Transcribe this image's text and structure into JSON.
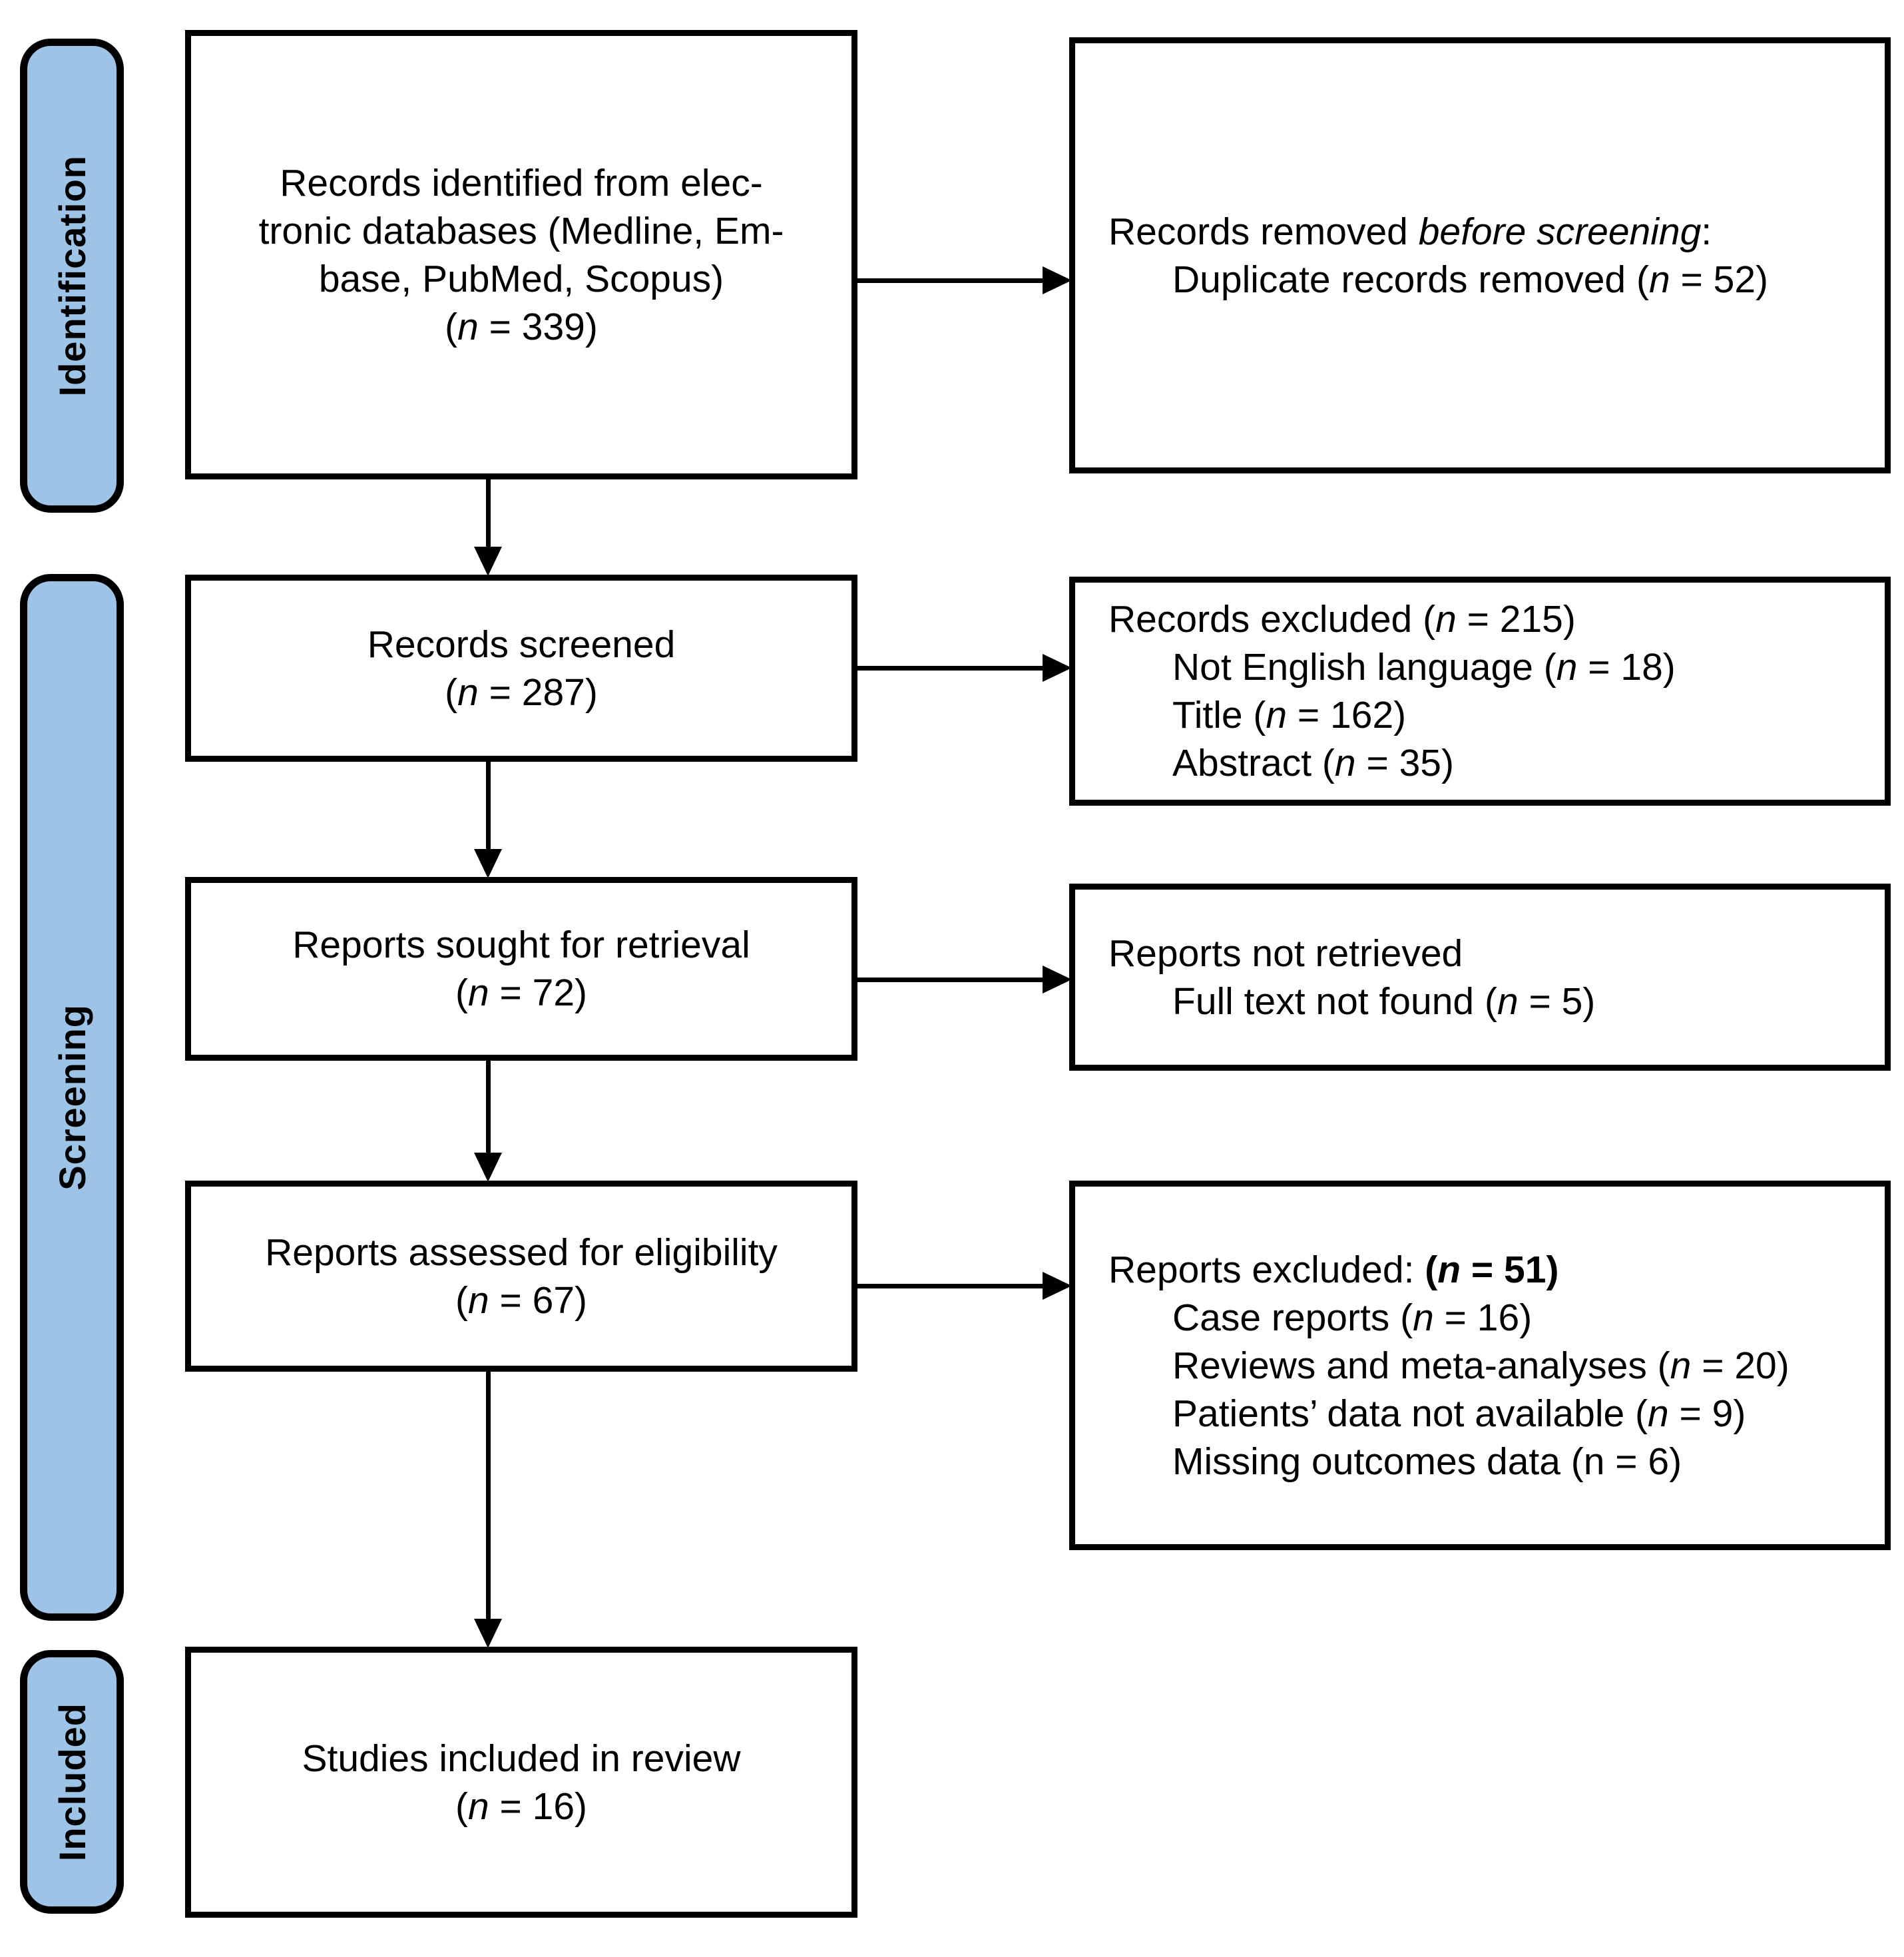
{
  "meta": {
    "colors": {
      "sidebar_fill": "#9DC3E6",
      "border": "#000000",
      "background": "#FFFFFF",
      "text": "#000000"
    }
  },
  "sidebar": {
    "identification": {
      "label": "Identification"
    },
    "screening": {
      "label": "Screening"
    },
    "included": {
      "label": "Included"
    }
  },
  "boxes": {
    "records_identified": {
      "lines": [
        {
          "segs": [
            {
              "t": "Records identified from elec-"
            }
          ]
        },
        {
          "segs": [
            {
              "t": "tronic databases (Medline, Em-"
            }
          ]
        },
        {
          "segs": [
            {
              "t": "base, PubMed, Scopus)"
            }
          ]
        },
        {
          "segs": [
            {
              "t": "("
            },
            {
              "t": "n",
              "i": true
            },
            {
              "t": " = 339)"
            }
          ]
        }
      ]
    },
    "records_removed": {
      "lines": [
        {
          "segs": [
            {
              "t": "Records removed "
            },
            {
              "t": "before screening",
              "i": true
            },
            {
              "t": ":"
            }
          ]
        },
        {
          "indent": true,
          "segs": [
            {
              "t": "Duplicate records removed ("
            },
            {
              "t": "n",
              "i": true
            },
            {
              "t": " = 52)"
            }
          ]
        }
      ]
    },
    "records_screened": {
      "lines": [
        {
          "segs": [
            {
              "t": "Records screened"
            }
          ]
        },
        {
          "segs": [
            {
              "t": "("
            },
            {
              "t": "n",
              "i": true
            },
            {
              "t": " = 287)"
            }
          ]
        }
      ]
    },
    "records_excluded": {
      "lines": [
        {
          "segs": [
            {
              "t": "Records excluded ("
            },
            {
              "t": "n",
              "i": true
            },
            {
              "t": " = 215)"
            }
          ]
        },
        {
          "indent": true,
          "segs": [
            {
              "t": "Not English language ("
            },
            {
              "t": "n",
              "i": true
            },
            {
              "t": " = 18)"
            }
          ]
        },
        {
          "indent": true,
          "segs": [
            {
              "t": "Title ("
            },
            {
              "t": "n",
              "i": true
            },
            {
              "t": " = 162)"
            }
          ]
        },
        {
          "indent": true,
          "segs": [
            {
              "t": "Abstract ("
            },
            {
              "t": "n",
              "i": true
            },
            {
              "t": " = 35)"
            }
          ]
        }
      ]
    },
    "reports_sought": {
      "lines": [
        {
          "segs": [
            {
              "t": "Reports sought for retrieval"
            }
          ]
        },
        {
          "segs": [
            {
              "t": "("
            },
            {
              "t": "n",
              "i": true
            },
            {
              "t": " = 72)"
            }
          ]
        }
      ]
    },
    "reports_not_retrieved": {
      "lines": [
        {
          "segs": [
            {
              "t": "Reports not retrieved"
            }
          ]
        },
        {
          "indent": true,
          "segs": [
            {
              "t": "Full text not found ("
            },
            {
              "t": "n",
              "i": true
            },
            {
              "t": " = 5)"
            }
          ]
        }
      ]
    },
    "reports_assessed": {
      "lines": [
        {
          "segs": [
            {
              "t": "Reports assessed for eligibility"
            }
          ]
        },
        {
          "segs": [
            {
              "t": "("
            },
            {
              "t": "n",
              "i": true
            },
            {
              "t": " = 67)"
            }
          ]
        }
      ]
    },
    "reports_excluded": {
      "lines": [
        {
          "segs": [
            {
              "t": "Reports excluded: "
            },
            {
              "t": "(",
              "b": true
            },
            {
              "t": "n",
              "b": true,
              "i": true
            },
            {
              "t": " = 51)",
              "b": true
            }
          ]
        },
        {
          "indent": true,
          "segs": [
            {
              "t": "Case reports ("
            },
            {
              "t": "n",
              "i": true
            },
            {
              "t": " = 16)"
            }
          ]
        },
        {
          "indent": true,
          "segs": [
            {
              "t": "Reviews and meta-analyses ("
            },
            {
              "t": "n",
              "i": true
            },
            {
              "t": " = 20)"
            }
          ]
        },
        {
          "indent": true,
          "segs": [
            {
              "t": "Patients’ data not available ("
            },
            {
              "t": "n",
              "i": true
            },
            {
              "t": " = 9)"
            }
          ]
        },
        {
          "indent": true,
          "segs": [
            {
              "t": "Missing outcomes data (n = 6)"
            }
          ]
        }
      ]
    },
    "studies_included": {
      "lines": [
        {
          "segs": [
            {
              "t": "Studies included in review"
            }
          ]
        },
        {
          "segs": [
            {
              "t": "("
            },
            {
              "t": "n",
              "i": true
            },
            {
              "t": " = 16)"
            }
          ]
        }
      ]
    }
  }
}
